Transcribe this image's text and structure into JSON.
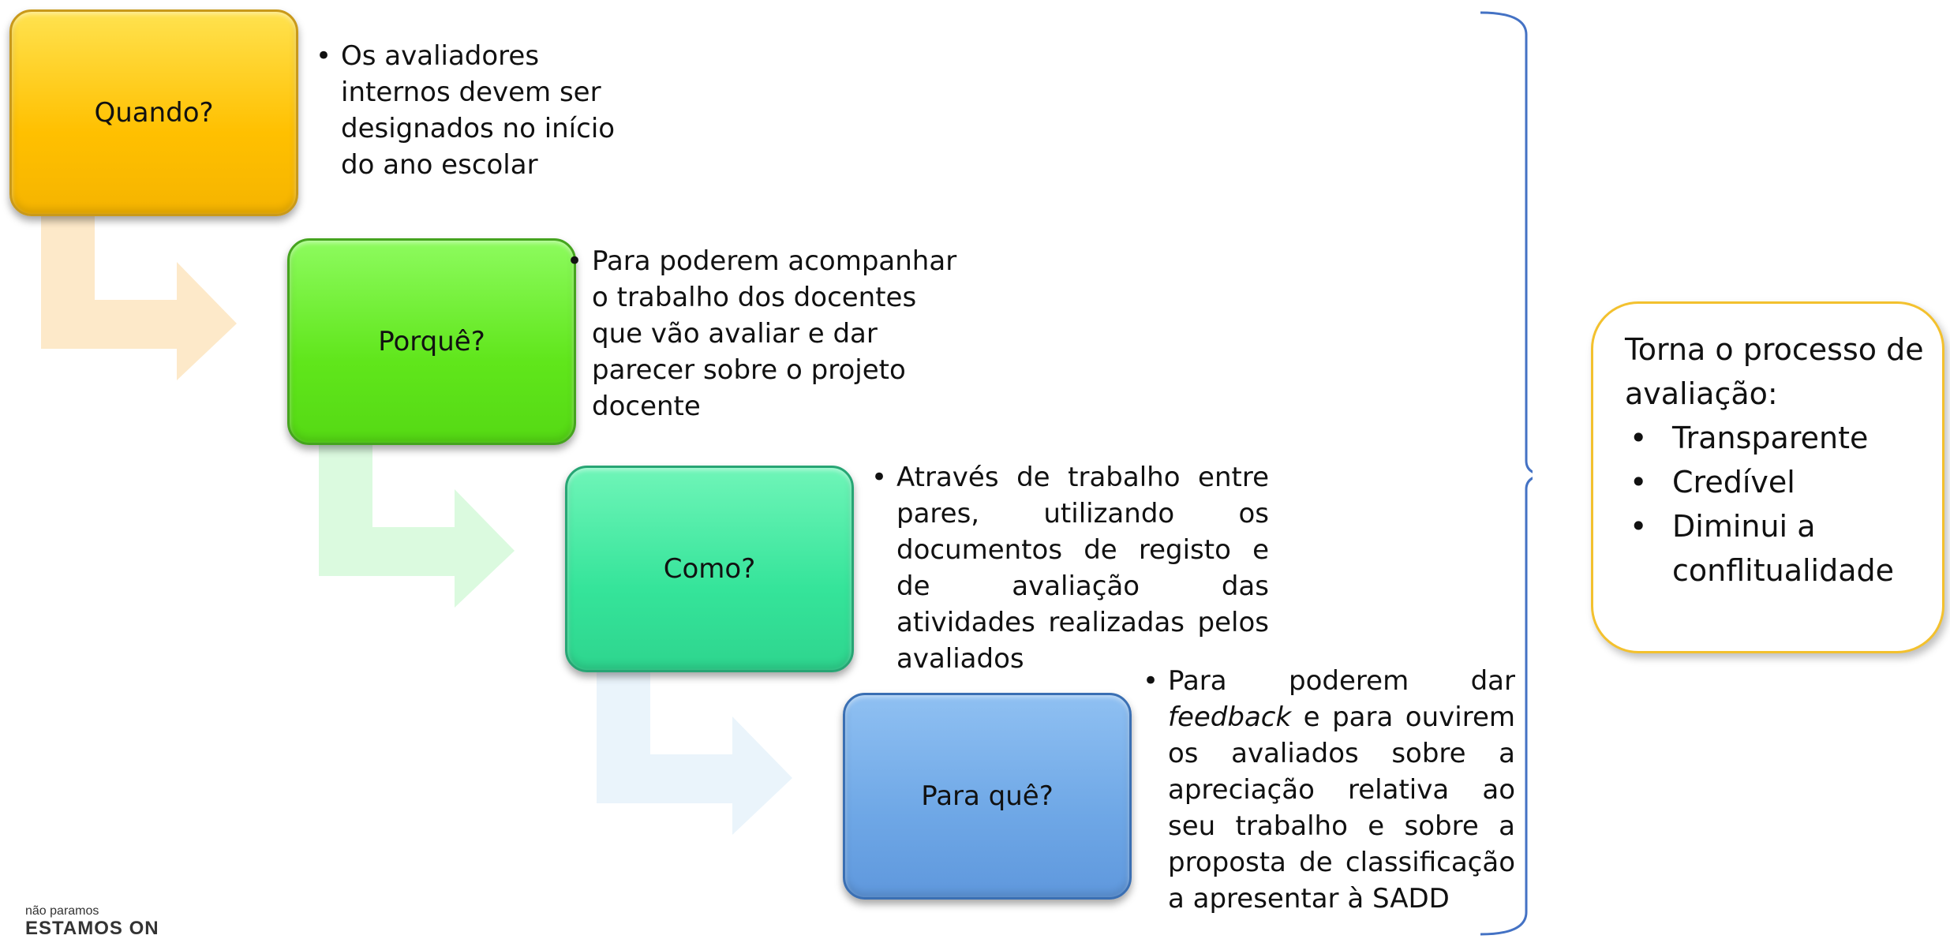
{
  "steps": [
    {
      "label": "Quando?",
      "bullets": [
        "Os avaliadores internos devem ser designados no início do ano escolar"
      ]
    },
    {
      "label": "Porquê?",
      "bullets": [
        "Para poderem acompanhar o trabalho dos docentes que vão avaliar e dar parecer sobre o projeto docente"
      ]
    },
    {
      "label": "Como?",
      "bullets": [
        "Através de trabalho entre pares, utilizando os documentos de registo e de avaliação das atividades realizadas pelos avaliados"
      ]
    },
    {
      "label": "Para quê?",
      "bullets": [
        "Para poderem dar feedback e para ouvirem os avaliados sobre a apreciação relativa ao seu trabalho e sobre a proposta de classificação a apresentar à SADD"
      ]
    }
  ],
  "summary": {
    "title": "Torna o processo de avaliação:",
    "items": [
      "Transparente",
      "Credível",
      "Diminui a conflitualidade"
    ]
  },
  "logo": {
    "line1": "não paramos",
    "line2": "ESTAMOS ON"
  },
  "colors": {
    "step1": "#ffc000",
    "step2": "#60e61b",
    "step3": "#35e49a",
    "step4": "#6ea7e6",
    "brace": "#4472c4",
    "summary_border": "#f3c12e"
  }
}
